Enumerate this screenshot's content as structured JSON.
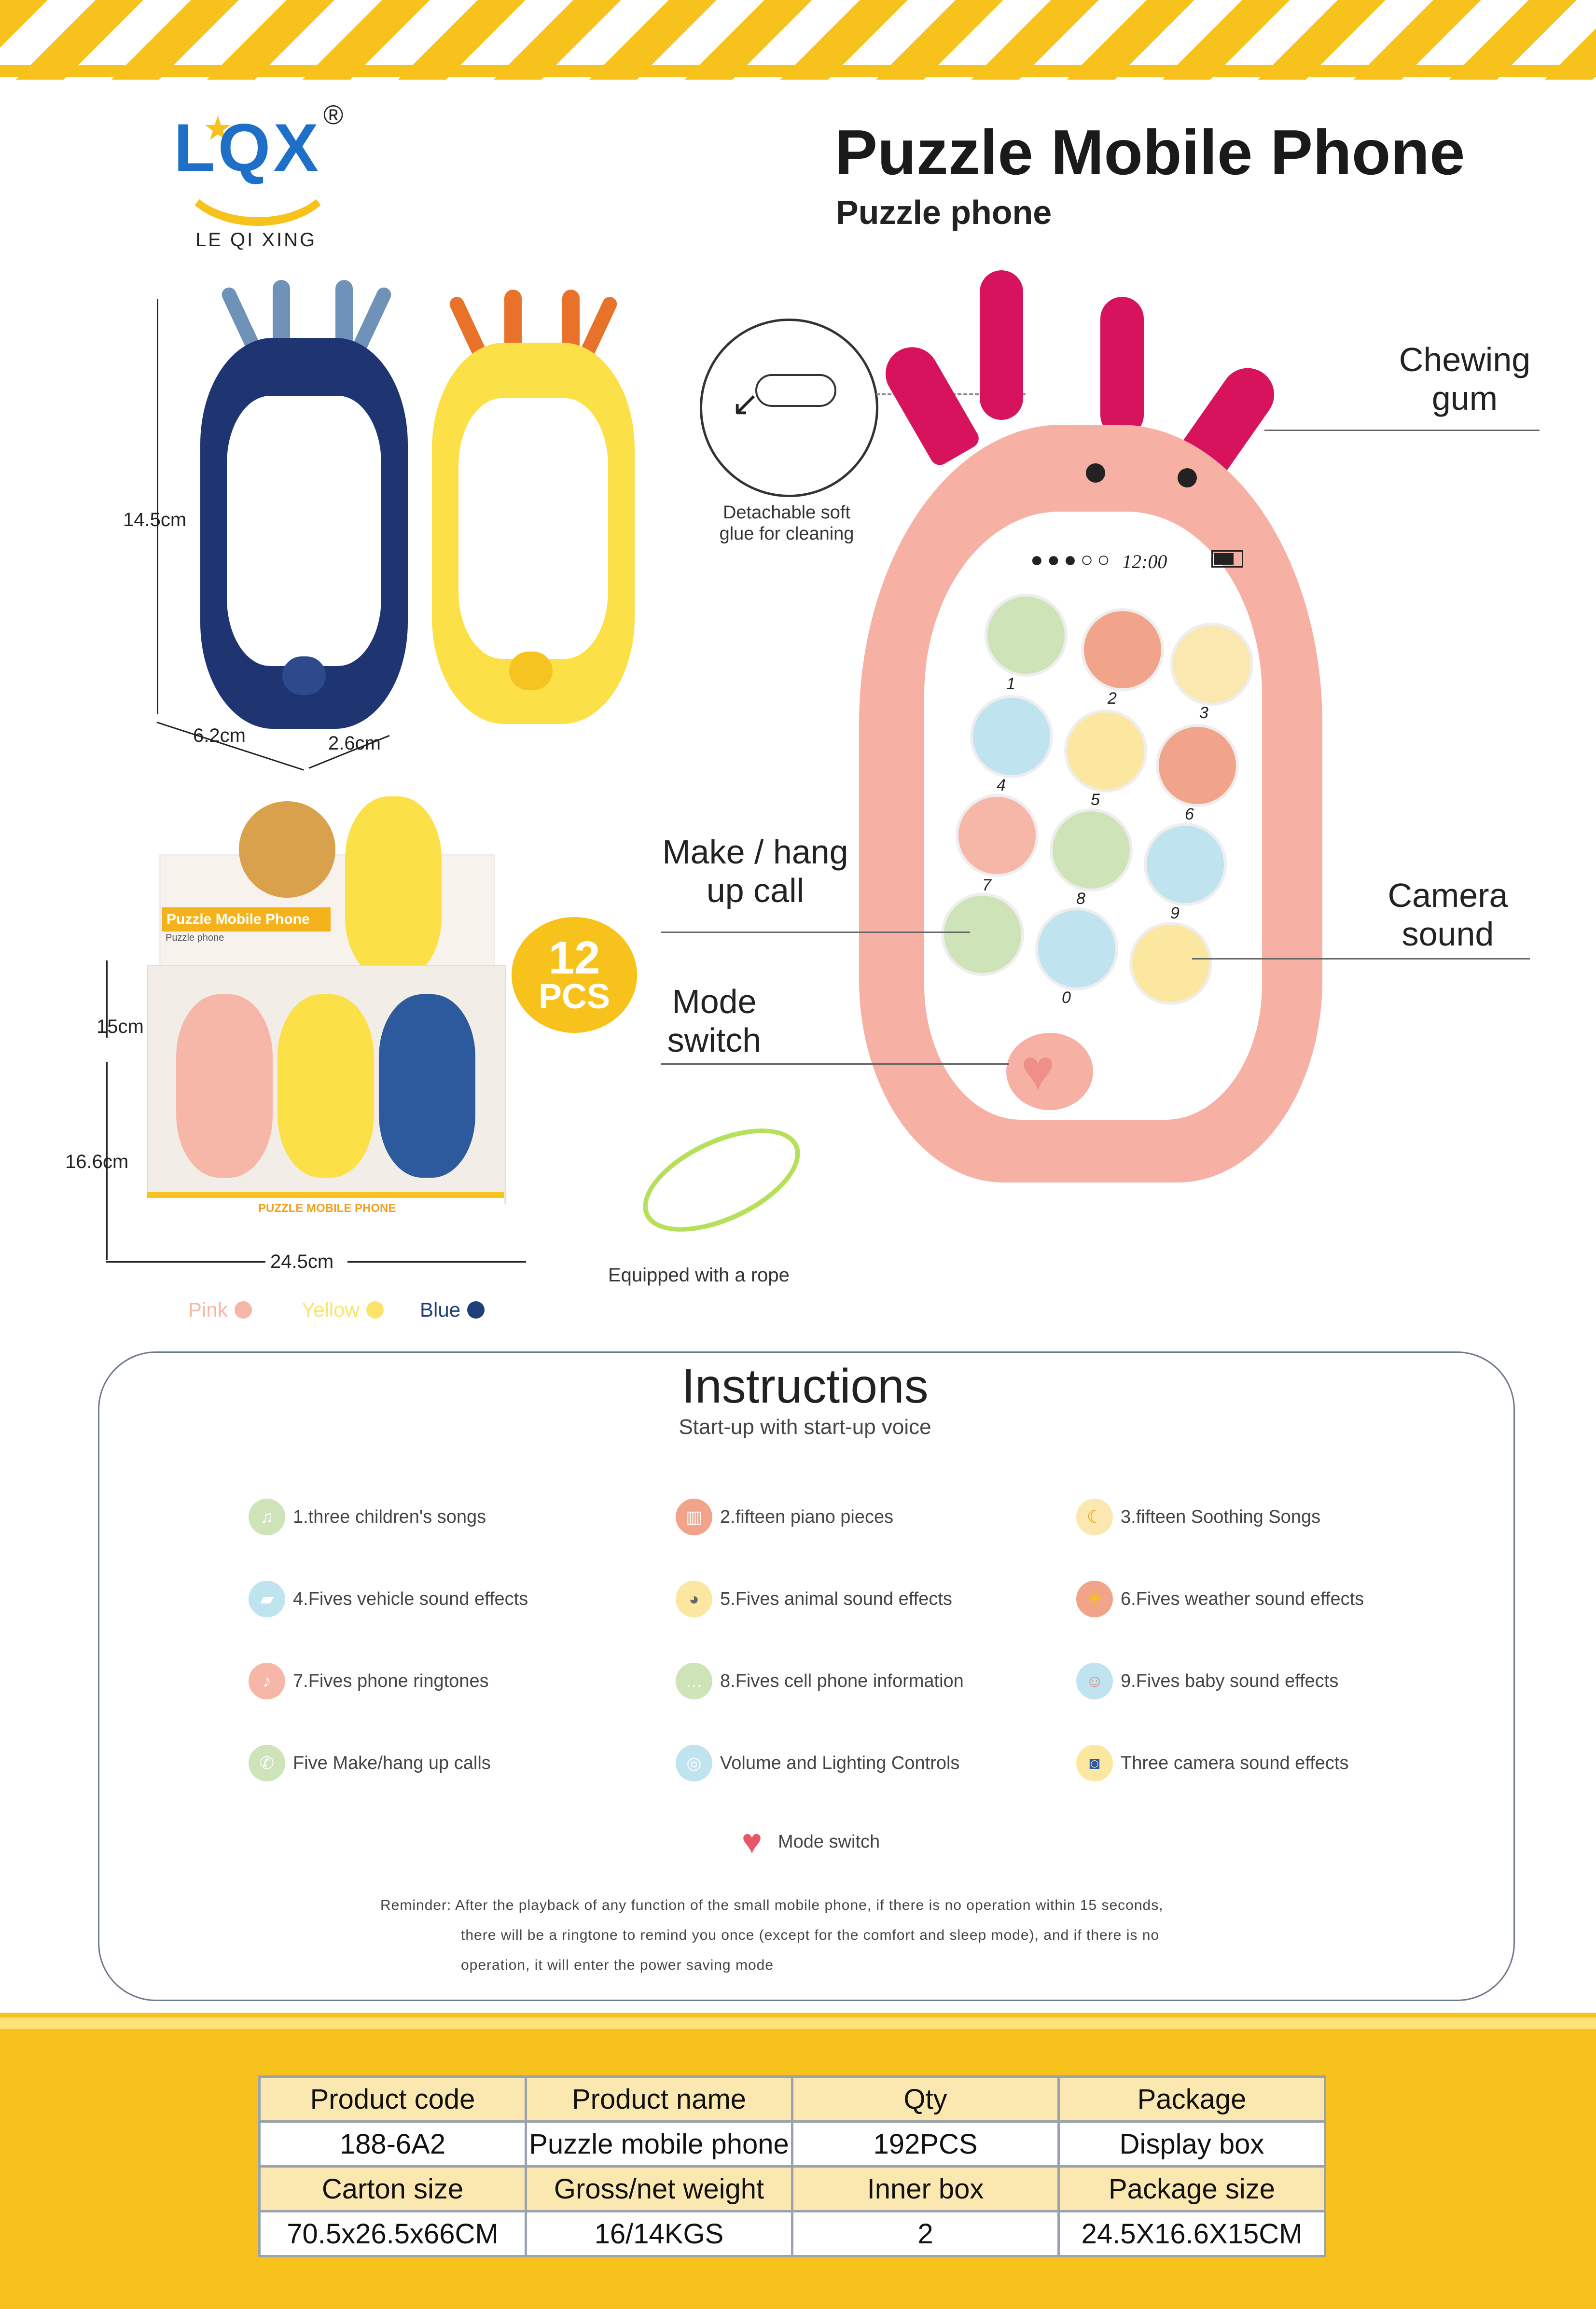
{
  "brand": {
    "logo_text": "LQX",
    "registered_mark": "®",
    "name": "LE QI XING"
  },
  "product": {
    "title": "Puzzle Mobile Phone",
    "subtitle": "Puzzle phone"
  },
  "dimensions": {
    "phone_height": "14.5cm",
    "phone_width": "6.2cm",
    "phone_depth": "2.6cm",
    "box_height_inner": "15cm",
    "box_height": "16.6cm",
    "box_width": "24.5cm"
  },
  "display_box": {
    "badge_number": "12",
    "badge_unit": "PCS",
    "box_title": "Puzzle Mobile Phone",
    "box_subtitle": "Puzzle phone",
    "front_label": "PUZZLE MOBILE PHONE"
  },
  "colors": [
    {
      "label": "Pink",
      "hex": "#f6b6a8"
    },
    {
      "label": "Yellow",
      "hex": "#fde36a"
    },
    {
      "label": "Blue",
      "hex": "#1f3f7a"
    }
  ],
  "callouts": {
    "detachable": "Detachable soft glue for cleaning",
    "chewing": "Chewing gum",
    "make_hang": "Make / hang up call",
    "camera": "Camera sound",
    "mode": "Mode switch",
    "rope": "Equipped with a rope"
  },
  "phone_screen": {
    "time": "12:00",
    "keys": [
      "1",
      "2",
      "3",
      "4",
      "5",
      "6",
      "7",
      "8",
      "9",
      "0"
    ]
  },
  "instructions": {
    "title": "Instructions",
    "subtitle": "Start-up with start-up voice",
    "features": [
      {
        "label": "1.three children's songs",
        "icon": "music-notes-icon",
        "color": "#cfe3b8"
      },
      {
        "label": "2.fifteen piano pieces",
        "icon": "piano-icon",
        "color": "#f2a48a"
      },
      {
        "label": "3.fifteen Soothing Songs",
        "icon": "moon-icon",
        "color": "#fbe7b0"
      },
      {
        "label": "4.Fives vehicle sound effects",
        "icon": "car-icon",
        "color": "#bfe3ef"
      },
      {
        "label": "5.Fives animal sound effects",
        "icon": "cat-icon",
        "color": "#fbe7a0"
      },
      {
        "label": "6.Fives weather sound effects",
        "icon": "sun-icon",
        "color": "#f2a48a"
      },
      {
        "label": "7.Fives phone ringtones",
        "icon": "bell-icon",
        "color": "#f6b6a8"
      },
      {
        "label": "8.Fives cell phone information",
        "icon": "chat-icon",
        "color": "#cfe3b8"
      },
      {
        "label": "9.Fives baby sound effects",
        "icon": "baby-icon",
        "color": "#bfe3ef"
      },
      {
        "label": "Five Make/hang up calls",
        "icon": "phone-icon",
        "color": "#cfe3b8"
      },
      {
        "label": "Volume and Lighting Controls",
        "icon": "bulb-icon",
        "color": "#bfe3ef"
      },
      {
        "label": "Three camera sound effects",
        "icon": "camera-icon",
        "color": "#fbe7a0"
      }
    ],
    "mode": {
      "label": "Mode switch",
      "icon": "heart-icon",
      "color": "#e8566a"
    },
    "reminder_lines": [
      "Reminder: After the playback of any function of the small mobile phone, if there is no operation within 15 seconds,",
      "there will be a ringtone to remind you once (except for the comfort and sleep mode), and if there is no",
      "operation, it will enter the power saving mode"
    ]
  },
  "spec_table": {
    "row1_headers": [
      "Product code",
      "Product name",
      "Qty",
      "Package"
    ],
    "row1_values": [
      "188-6A2",
      "Puzzle mobile phone",
      "192PCS",
      "Display box"
    ],
    "row2_headers": [
      "Carton size",
      "Gross/net weight",
      "Inner box",
      "Package size"
    ],
    "row2_values": [
      "70.5x26.5x66CM",
      "16/14KGS",
      "2",
      "24.5X16.6X15CM"
    ]
  }
}
